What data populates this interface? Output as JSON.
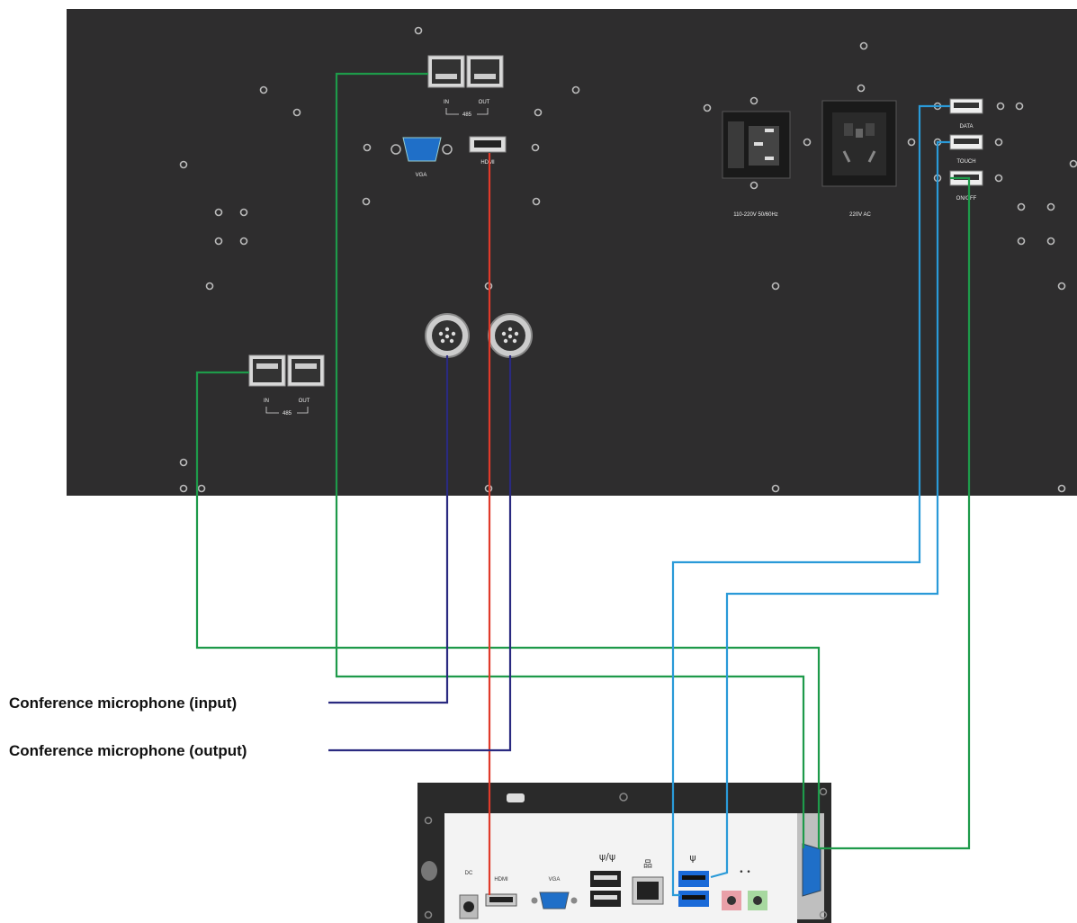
{
  "panel": {
    "rs485_top": {
      "in": "IN",
      "out": "OUT",
      "bus": "485"
    },
    "rs485_left": {
      "in": "IN",
      "out": "OUT",
      "bus": "485"
    },
    "vga": "VGA",
    "hdmi": "HDMI",
    "power_inlet": "110-220V 50/60Hz",
    "power_outlet": "220V AC",
    "usb_data": "DATA",
    "usb_touch": "TOUCH",
    "usb_onoff": "ON/OFF"
  },
  "captions": {
    "mic_input": "Conference microphone (input)",
    "mic_output": "Conference microphone (output)"
  },
  "pc": {
    "dc": "DC",
    "hdmi": "HDMI",
    "vga": "VGA"
  },
  "colors": {
    "panel": "#2e2d2e",
    "rs485_cable": "#1e9a4a",
    "hdmi_cable": "#e03a2a",
    "mic_cable": "#2a2a80",
    "usb_cable": "#2a9ad8"
  }
}
